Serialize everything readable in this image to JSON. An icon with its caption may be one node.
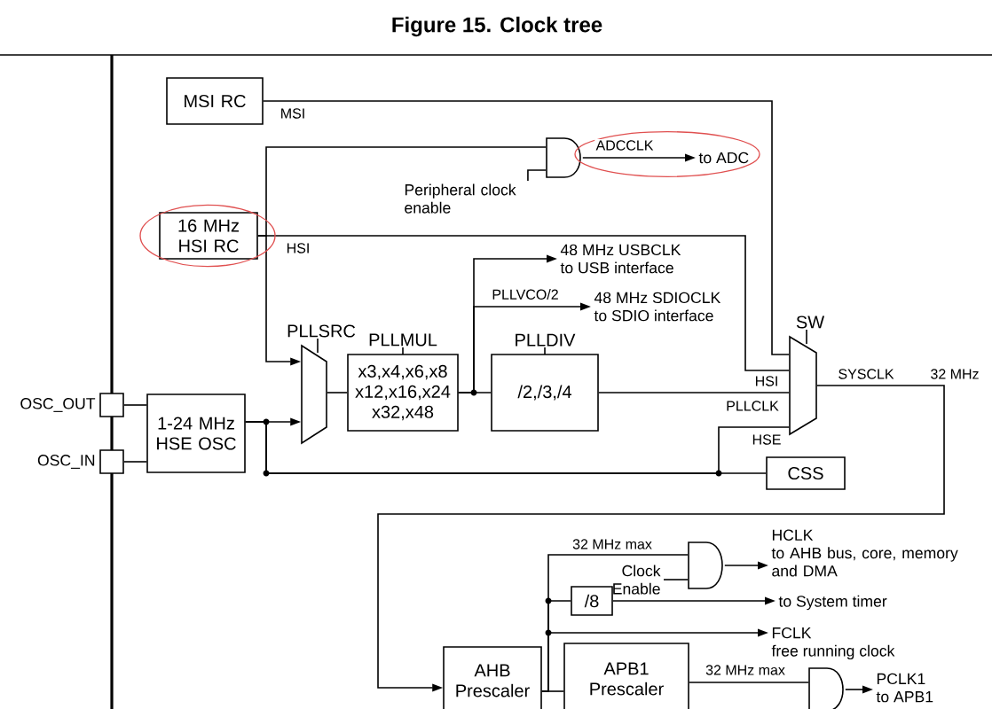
{
  "diagram": {
    "title": "Figure 15. Clock tree",
    "nodes": [
      {
        "text": [
          "MSI RC"
        ]
      },
      {
        "text": [
          "Peripheral clock enable"
        ]
      },
      {
        "text": [],
        "shape": "gate"
      },
      {
        "text": [
          "to ADC"
        ]
      },
      {
        "text": [
          "16 MHz HSI RC"
        ]
      },
      {
        "text": [
          "48 MHz USBCLK",
          "to USB interface"
        ]
      },
      {
        "text": [
          "48 MHz SDIOCLK",
          "to SDIO interface"
        ]
      },
      {
        "text": [
          "PLLSRC"
        ]
      },
      {
        "text": [
          "PLLMUL",
          "x3,x4,x6,x8 x12,x16,x24 x32,x48"
        ]
      },
      {
        "text": [
          "PLLDIV",
          "/2,/3,/4"
        ]
      },
      {
        "text": [
          "SW"
        ]
      },
      {
        "text": [],
        "shape": "box",
        "beside": [
          "OSC_OUT"
        ]
      },
      {
        "text": [
          "1-24 MHz HSE OSC"
        ]
      },
      {
        "text": [],
        "shape": "box",
        "beside": [
          "OSC_IN"
        ]
      },
      {
        "text": [
          "CSS"
        ]
      },
      {
        "text": [
          "Clock Enable"
        ]
      },
      {
        "text": [],
        "shape": "gate"
      },
      {
        "text": [
          "HCLK",
          "to AHB bus, core, memory and DMA"
        ]
      },
      {
        "text": [
          "/8"
        ]
      },
      {
        "text": [
          "to System timer"
        ]
      },
      {
        "text": [
          "FCLK",
          "free running clock"
        ]
      },
      {
        "text": [
          "AHB Prescaler"
        ]
      },
      {
        "text": [
          "APB1 Prescaler"
        ]
      },
      {
        "text": [],
        "shape": "gate"
      },
      {
        "text": [
          "PCLK1",
          "to APB1"
        ]
      }
    ],
    "edges": [
      {
        "from": 0,
        "to": 10,
        "arrow": "none",
        "label": "MSI"
      },
      {
        "from": 4,
        "to": 10,
        "arrow": "none",
        "label": "HSI"
      },
      {
        "from": 4,
        "to": 2,
        "arrow": "none"
      },
      {
        "from": 4,
        "to": 7,
        "arrow": "to"
      },
      {
        "from": 12,
        "to": 7,
        "arrow": "to"
      },
      {
        "from": 12,
        "to": 10,
        "arrow": "none",
        "label": "HSE"
      },
      {
        "from": 12,
        "to": 14,
        "arrow": "none"
      },
      {
        "from": 11,
        "to": 12,
        "arrow": "none"
      },
      {
        "from": 13,
        "to": 12,
        "arrow": "none"
      },
      {
        "from": 7,
        "to": 8,
        "arrow": "none"
      },
      {
        "from": 8,
        "to": 9,
        "arrow": "none"
      },
      {
        "from": 8,
        "to": 5,
        "arrow": "to"
      },
      {
        "from": 8,
        "to": 6,
        "arrow": "to",
        "label": "PLLVCO/2"
      },
      {
        "from": 9,
        "to": 10,
        "arrow": "none",
        "label": "PLLCLK"
      },
      {
        "from": 2,
        "to": 3,
        "arrow": "to",
        "label": "ADCCLK"
      },
      {
        "from": 1,
        "to": 2,
        "arrow": "none"
      },
      {
        "from": 10,
        "to": 21,
        "arrow": "to",
        "label": "SYSCLK"
      },
      {
        "from": 21,
        "to": 16,
        "arrow": "none",
        "label": "32 MHz max"
      },
      {
        "from": 16,
        "to": 17,
        "arrow": "to"
      },
      {
        "from": 15,
        "to": 16,
        "arrow": "none"
      },
      {
        "from": 21,
        "to": 18,
        "arrow": "none"
      },
      {
        "from": 18,
        "to": 19,
        "arrow": "to"
      },
      {
        "from": 21,
        "to": 20,
        "arrow": "to"
      },
      {
        "from": 21,
        "to": 22,
        "arrow": "none"
      },
      {
        "from": 22,
        "to": 23,
        "arrow": "none",
        "label": "32 MHz max"
      },
      {
        "from": 23,
        "to": 24,
        "arrow": "to"
      }
    ],
    "labels": [
      "HSI",
      "32 MHz"
    ]
  }
}
